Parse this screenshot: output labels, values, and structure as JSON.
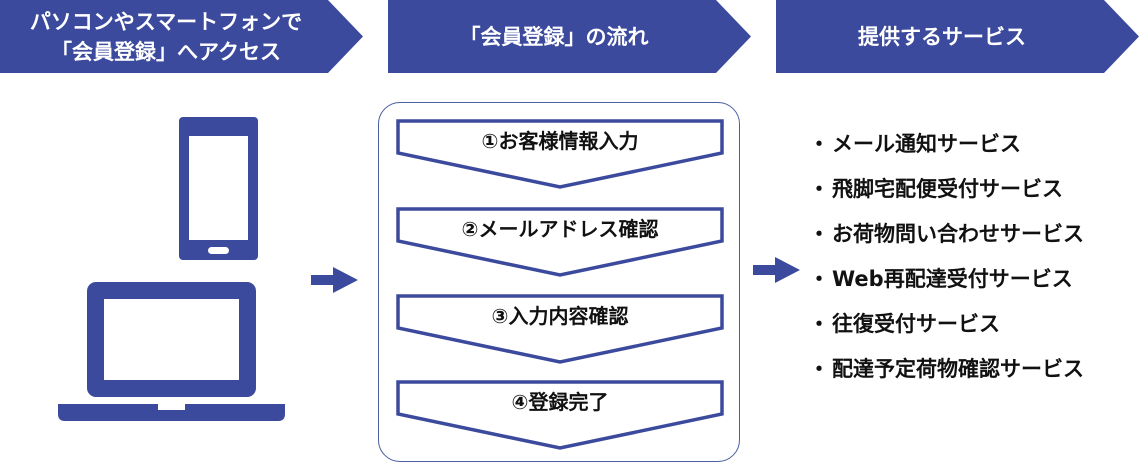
{
  "colors": {
    "primary": "#3b4a9c",
    "text": "#111111",
    "box_border": "#4a5fa0",
    "background": "#ffffff"
  },
  "banners": [
    {
      "lines": [
        "パソコンやスマートフォンで",
        "「会員登録」へアクセス"
      ]
    },
    {
      "lines": [
        "「会員登録」の流れ"
      ]
    },
    {
      "lines": [
        "提供するサービス"
      ]
    }
  ],
  "devices": {
    "icons": [
      "smartphone-icon",
      "laptop-icon"
    ]
  },
  "flow": {
    "steps": [
      {
        "label": "①お客様情報入力"
      },
      {
        "label": "②メールアドレス確認"
      },
      {
        "label": "③入力内容確認"
      },
      {
        "label": "④登録完了"
      }
    ]
  },
  "services": {
    "bullet": "・",
    "items": [
      "メール通知サービス",
      "飛脚宅配便受付サービス",
      "お荷物問い合わせサービス",
      "Web再配達受付サービス",
      "往復受付サービス",
      "配達予定荷物確認サービス"
    ]
  }
}
